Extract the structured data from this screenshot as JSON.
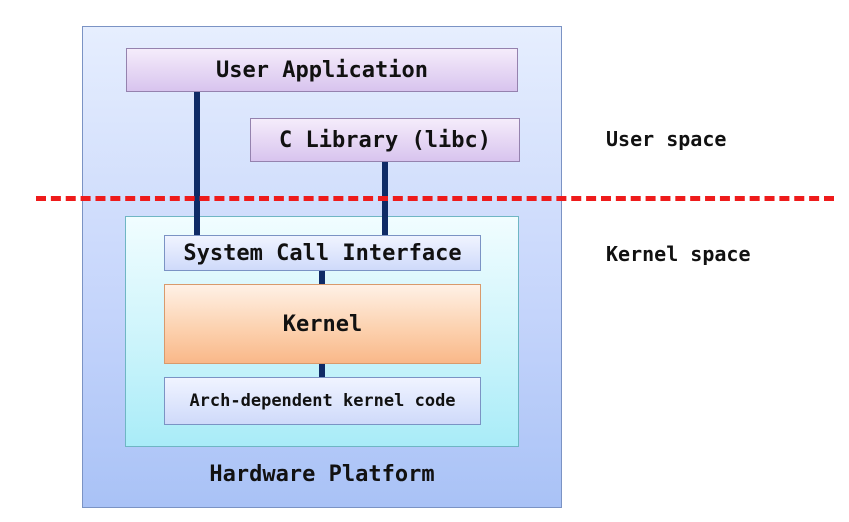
{
  "diagram": {
    "hardware_platform": "Hardware Platform",
    "user_application": "User Application",
    "c_library": "C Library (libc)",
    "system_call_interface": "System Call Interface",
    "kernel": "Kernel",
    "arch_code": "Arch-dependent kernel code",
    "user_space": "User space",
    "kernel_space": "Kernel space"
  },
  "colors": {
    "boundary_line": "#ee1b1b",
    "connector": "#0f2b66",
    "kernel_fill": "#fcd2b0",
    "user_box_fill": "#d8c4ee"
  }
}
